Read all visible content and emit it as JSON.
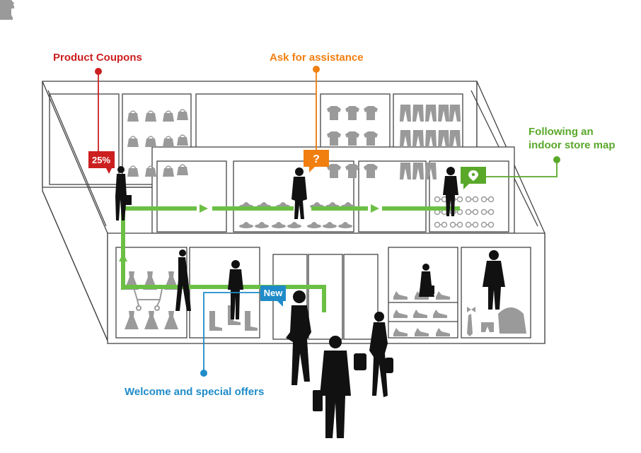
{
  "callouts": {
    "coupons": {
      "label": "Product Coupons",
      "badge": "25%",
      "color": "#cc1f1f"
    },
    "assist": {
      "label": "Ask for assistance",
      "badge": "?",
      "color": "#f07f10"
    },
    "map": {
      "label_line1": "Following an",
      "label_line2": "indoor store map",
      "icon": "map-pin-icon",
      "color": "#5aa82a"
    },
    "welcome": {
      "label": "Welcome and special offers",
      "badge": "New",
      "color": "#1f8bc8"
    }
  },
  "colors": {
    "path": "#6cbf45",
    "outline": "#444444",
    "product": "#9a9a9a",
    "person": "#111111"
  }
}
